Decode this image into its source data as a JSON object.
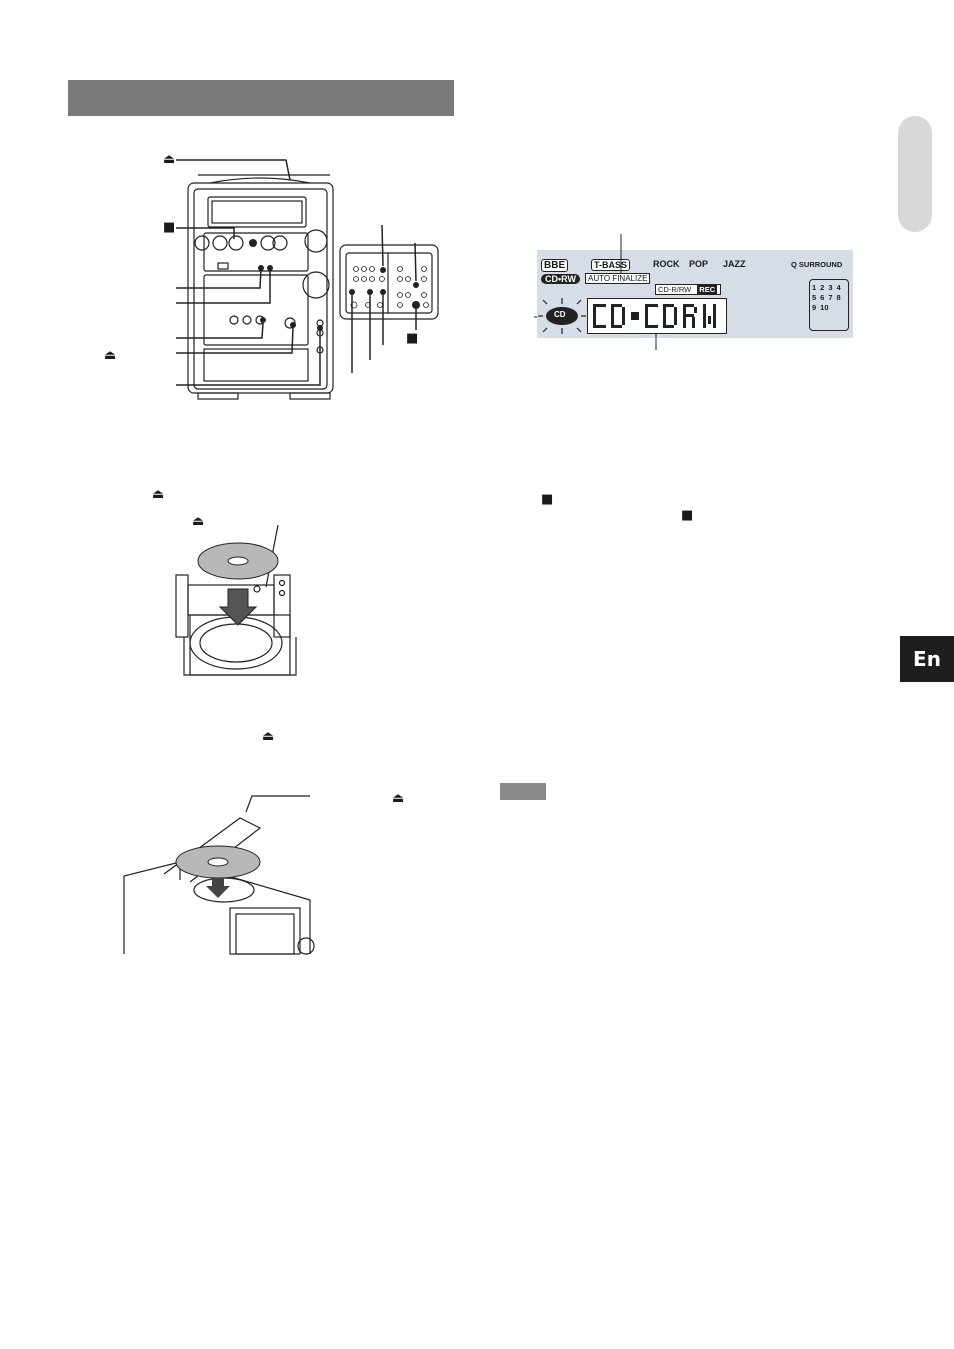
{
  "colors": {
    "header_bar": "#7a7a7a",
    "side_tab": "#d8d8d8",
    "lang_box": "#1e1e1e",
    "note_box": "#8a8a8a",
    "display_bg": "#d6dde6"
  },
  "language_tab": {
    "label": "En"
  },
  "symbols": {
    "eject": "⏏",
    "stop": "■"
  },
  "display_panel": {
    "bbe": "BBE",
    "t_bass": "T-BASS",
    "cd_rw": "CD•RW",
    "auto_finalize": "AUTO FINALIZE",
    "eq_modes": [
      "ROCK",
      "POP",
      "JAZZ"
    ],
    "q_surround": "Q SURROUND",
    "cd_r_rw": "CD-R/RW",
    "rec": "REC",
    "cd_logo": "CD",
    "track_numbers": [
      "1",
      "2",
      "3",
      "4",
      "5",
      "6",
      "7",
      "8",
      "9",
      "10"
    ]
  }
}
